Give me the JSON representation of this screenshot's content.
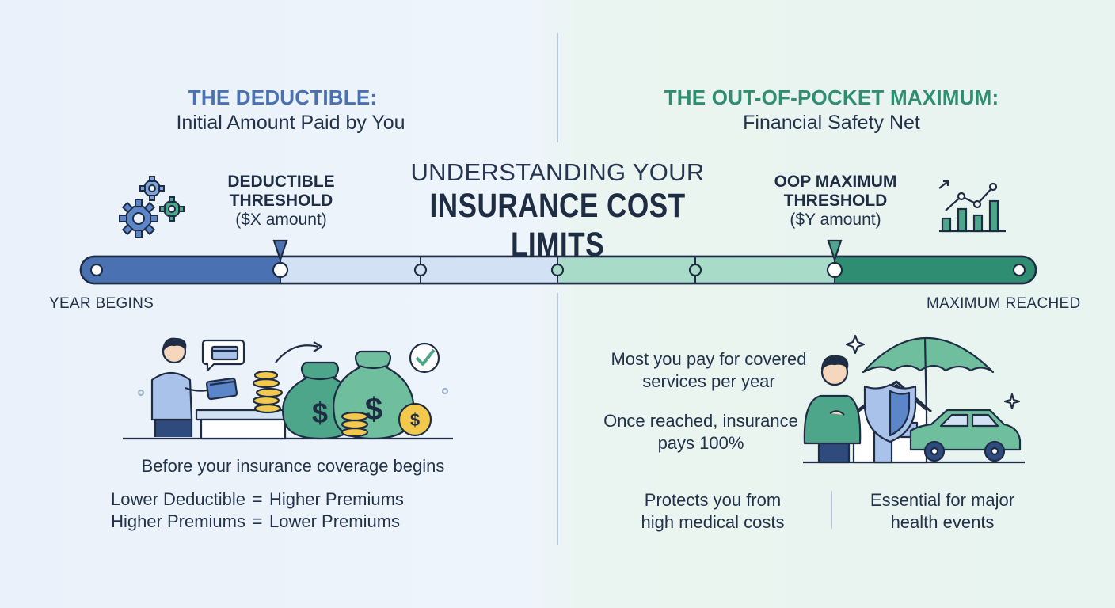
{
  "deductible": {
    "title": "THE DEDUCTIBLE:",
    "subtitle": "Initial Amount Paid by You",
    "threshold_title": "DEDUCTIBLE THRESHOLD",
    "threshold_amount": "($X amount)",
    "description": "Before your insurance coverage begins",
    "comparisons": [
      {
        "left": "Lower Deductible",
        "sign": "=",
        "right": "Higher Premiums"
      },
      {
        "left": "Higher Premiums",
        "sign": "=",
        "right": "Lower Premiums"
      }
    ]
  },
  "header": {
    "pretitle": "UNDERSTANDING YOUR",
    "title": "INSURANCE COST LIMITS"
  },
  "oop": {
    "title": "THE OUT-OF-POCKET MAXIMUM:",
    "subtitle": "Financial Safety Net",
    "threshold_title": "OOP MAXIMUM THRESHOLD",
    "threshold_amount": "($Y amount)",
    "line1": "Most you pay for covered services per year",
    "line2": "Once reached, insurance pays 100%",
    "point1": "Protects you from high medical costs",
    "point2": "Essential for major health events"
  },
  "timeline": {
    "start_label": "YEAR BEGINS",
    "end_label": "MAXIMUM REACHED"
  },
  "colors": {
    "deductible_blue": "#4a72b3",
    "oop_green": "#2f8e72",
    "bar_light_blue": "#c9d9f2",
    "bar_light_green": "#a9dcc8",
    "outline": "#1f2d44"
  },
  "icons": [
    "gears-icon",
    "growth-chart-icon",
    "person-paying-icon",
    "credit-card-icon",
    "coin-stack-icon",
    "money-bag-icon",
    "check-badge-icon",
    "person-protected-icon",
    "shield-icon",
    "umbrella-icon",
    "house-icon",
    "car-icon"
  ]
}
